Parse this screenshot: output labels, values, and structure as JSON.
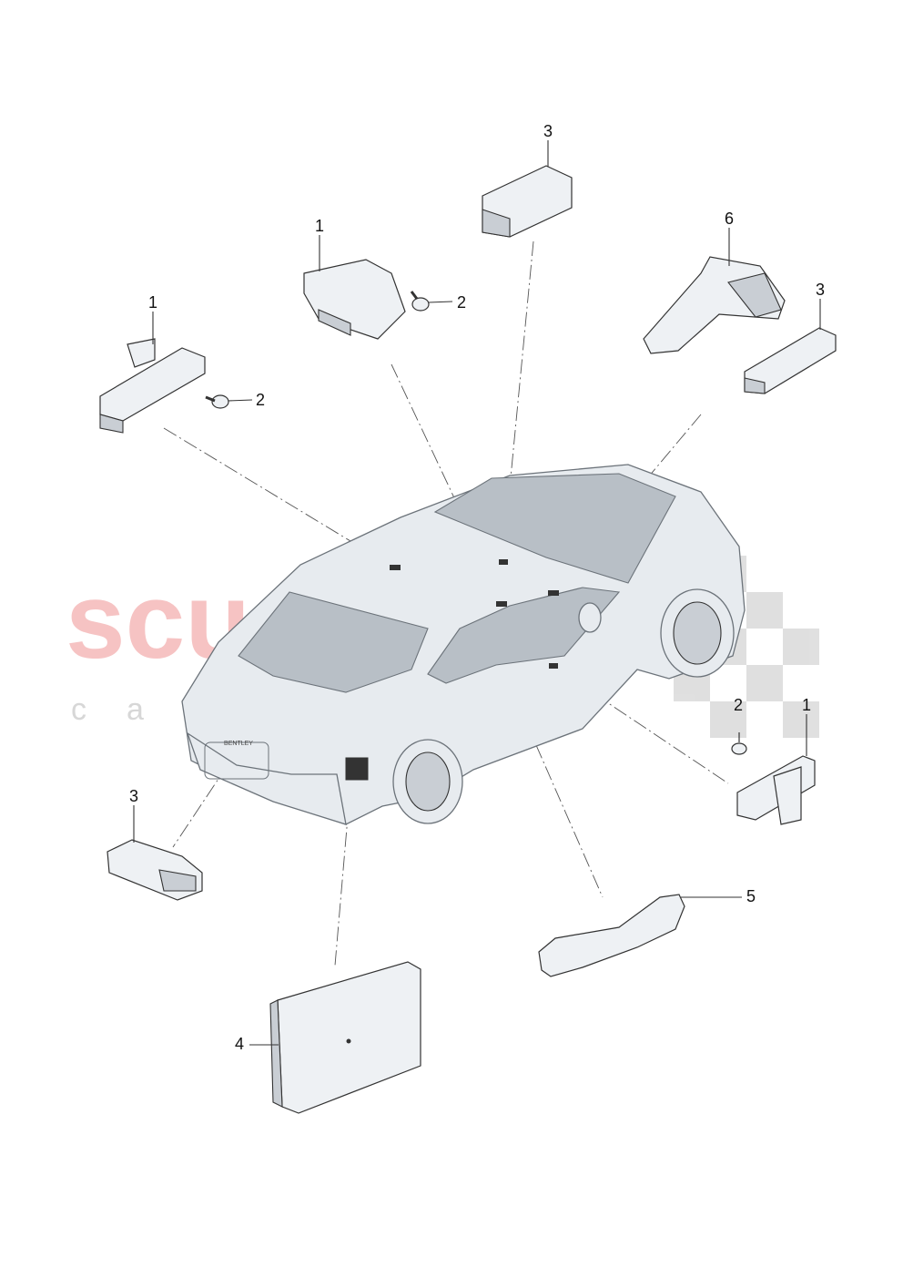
{
  "callouts": {
    "c1_topleft": "1",
    "c1_topcenter": "1",
    "c1_right": "1",
    "c2_left": "2",
    "c2_center": "2",
    "c2_right": "2",
    "c3_top": "3",
    "c3_right": "3",
    "c3_bottomleft": "3",
    "c4": "4",
    "c5": "5",
    "c6": "6"
  },
  "watermark": {
    "main": "scuderia",
    "sub": "car parts"
  },
  "car_badge": "BENTLEY",
  "colors": {
    "watermark_red": "#f3b0b0",
    "line": "#333333",
    "part_fill": "#eef1f4"
  }
}
